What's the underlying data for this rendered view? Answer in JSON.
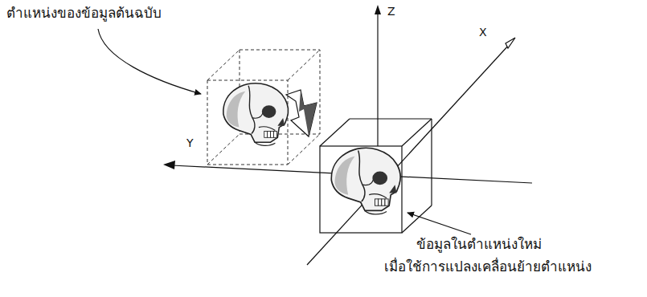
{
  "diagram": {
    "labels": [
      "ตำแหน่งของข้อมูลต้นฉบับ",
      "Z",
      "X",
      "Y",
      "ข้อมูลในตำแหน่งใหม่",
      "เมื่อใช้การแปลงเคลื่อนย้ายตำแหน่ง"
    ]
  }
}
